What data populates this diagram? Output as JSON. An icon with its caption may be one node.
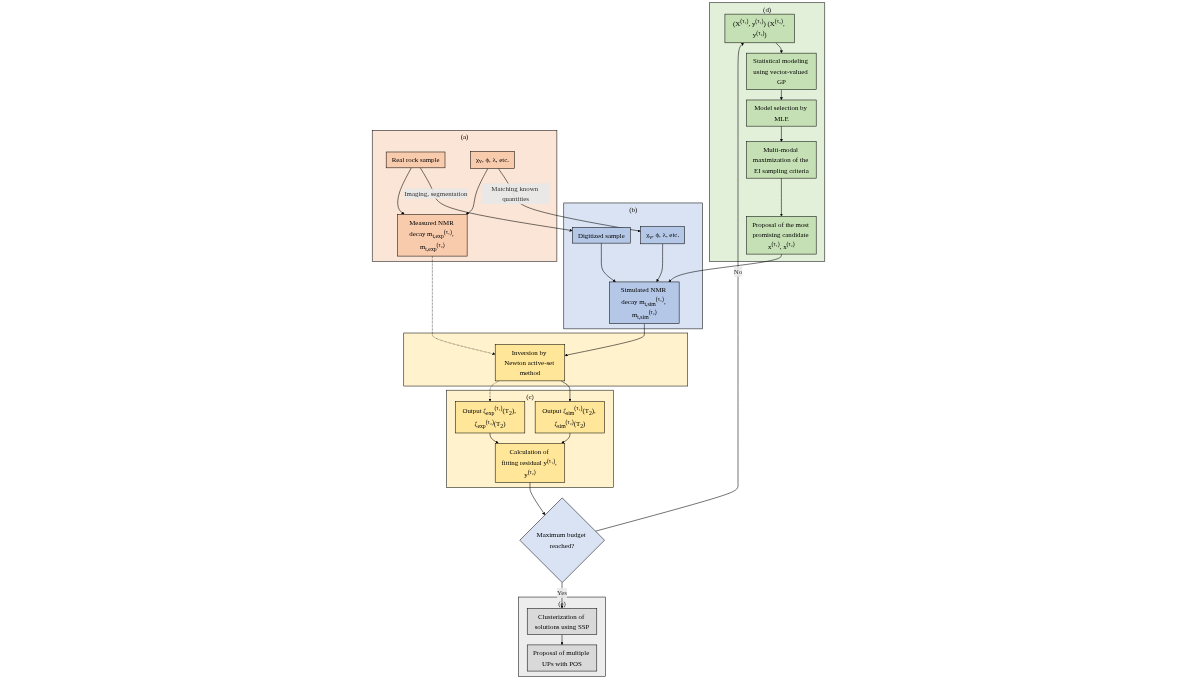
{
  "diagram": {
    "nodes": [
      {
        "text": [
          "(d)"
        ]
      },
      {
        "text": [
          "(X$^{(τ₁)}$, y$^{(τ₁)}$) (X$^{(τ₂)}$, y$^{(τ₂)}$)"
        ],
        "in": 0
      },
      {
        "text": [
          "Statistical modeling using vector-valued GP"
        ],
        "in": 0
      },
      {
        "text": [
          "Model selection by MLE"
        ],
        "in": 0
      },
      {
        "text": [
          "Multi-modal maximization of the EI sampling criteria"
        ],
        "in": 0
      },
      {
        "text": [
          "Proposal of the most promising candidate x$^{(τ₁)}$, x$^{(τ₂)}$"
        ],
        "in": 0
      },
      {
        "text": [
          "(b)"
        ]
      },
      {
        "text": [
          "Digitized sample"
        ],
        "in": 6
      },
      {
        "text": [
          "χ$_{v}$, ϕ, λ, etc."
        ],
        "in": 6
      },
      {
        "text": [
          "Simulated NMR decay m$_{t,sim}$$^{(τ₁)}$, m$_{t,sim}$$^{(τ₂)}$"
        ],
        "in": 6
      },
      {
        "text": [],
        "shape": "box"
      },
      {
        "text": [
          "Inversion by Newton active-set method"
        ],
        "in": 10
      },
      {
        "text": [
          "(c)"
        ]
      },
      {
        "text": [
          "Output ζ$_{sim}$$^{(τ₁)}$(T$_{2}$), ζ$_{sim}$$^{(τ₂)}$(T$_{2}$)"
        ],
        "in": 12
      },
      {
        "text": [
          "Output ζ$_{exp}$$^{(τ₁)}$(T$_{2}$), ζ$_{exp}$$^{(τ₂)}$(T$_{2}$)"
        ],
        "in": 12
      },
      {
        "text": [
          "Calculation of fitting residual y$^{(τ₁)}$, y$^{(τ₂)}$"
        ],
        "in": 12
      },
      {
        "text": [
          "Maximum budget reached?"
        ]
      },
      {
        "text": [
          "(a)"
        ]
      },
      {
        "text": [
          "Real rock sample"
        ],
        "in": 17
      },
      {
        "text": [
          "χ$_{v}$, ϕ, λ, etc."
        ],
        "in": 17
      },
      {
        "text": [
          "Measured NMR decay m$_{t,exp}$$^{(τ₁)}$, m$_{t,exp}$$^{(τ₂)}$"
        ],
        "in": 17
      },
      {
        "text": [
          "(e)"
        ]
      },
      {
        "text": [
          "Clusterization of solutions using SSP"
        ],
        "in": 21
      },
      {
        "text": [
          "Proposal of multiple UPs with POS"
        ],
        "in": 21
      }
    ],
    "edges": [
      {
        "from": 1,
        "to": 2,
        "arrow": "to"
      },
      {
        "from": 2,
        "to": 3,
        "arrow": "to"
      },
      {
        "from": 3,
        "to": 4,
        "arrow": "to"
      },
      {
        "from": 4,
        "to": 5,
        "arrow": "to"
      },
      {
        "from": 5,
        "to": 9,
        "arrow": "to"
      },
      {
        "from": 7,
        "to": 9,
        "arrow": "to"
      },
      {
        "from": 8,
        "to": 9,
        "arrow": "to"
      },
      {
        "from": 18,
        "to": 7,
        "arrow": "to",
        "label": "Imaging, segmentation"
      },
      {
        "from": 19,
        "to": 8,
        "arrow": "to",
        "label": "Matching known quantities"
      },
      {
        "from": 18,
        "to": 20,
        "arrow": "to"
      },
      {
        "from": 19,
        "to": 20,
        "arrow": "to"
      },
      {
        "from": 9,
        "to": 11,
        "arrow": "to"
      },
      {
        "from": 20,
        "to": 11,
        "arrow": "to",
        "style": "dashed"
      },
      {
        "from": 11,
        "to": 13,
        "arrow": "to"
      },
      {
        "from": 11,
        "to": 14,
        "arrow": "to",
        "style": "dashed"
      },
      {
        "from": 13,
        "to": 15,
        "arrow": "to"
      },
      {
        "from": 14,
        "to": 15,
        "arrow": "to"
      },
      {
        "from": 15,
        "to": 16,
        "arrow": "to"
      },
      {
        "from": 16,
        "to": 22,
        "arrow": "to",
        "label": "Yes"
      },
      {
        "from": 16,
        "to": 1,
        "arrow": "to",
        "label": "No"
      },
      {
        "from": 22,
        "to": 23,
        "arrow": "to"
      }
    ]
  }
}
